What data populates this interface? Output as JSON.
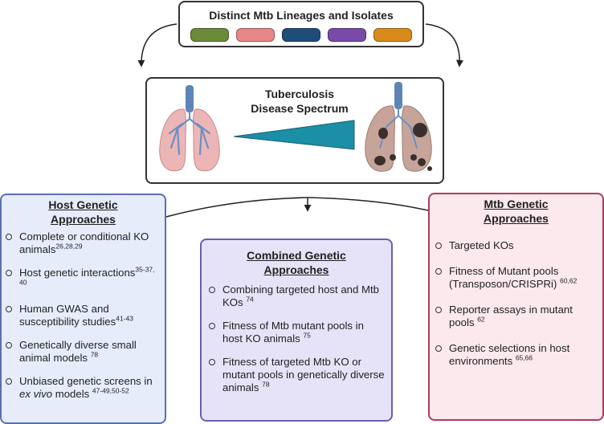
{
  "top": {
    "title": "Distinct Mtb Lineages and Isolates",
    "lineage_colors": [
      "#6b8a3a",
      "#e88787",
      "#1e4d7a",
      "#7a4aa8",
      "#d98a1a"
    ]
  },
  "middle": {
    "title_line1": "Tuberculosis",
    "title_line2": "Disease Spectrum"
  },
  "host": {
    "title_line1": "Host Genetic",
    "title_line2": "Approaches",
    "items": [
      {
        "text": "Complete or conditional KO animals",
        "ref": "26,28,29"
      },
      {
        "text": "Host genetic interactions",
        "ref": "35-37, 40"
      },
      {
        "text": "Human GWAS and susceptibility studies",
        "ref": "41-43"
      },
      {
        "text": "Genetically diverse small animal models ",
        "ref": "78"
      },
      {
        "pre": "Unbiased genetic screens in ",
        "italic": "ex vivo",
        "post": " models ",
        "ref": "47-49,50-52"
      }
    ]
  },
  "combined": {
    "title_line1": "Combined Genetic",
    "title_line2": "Approaches",
    "items": [
      {
        "text": "Combining targeted host and Mtb KOs ",
        "ref": "74"
      },
      {
        "text": "Fitness of Mtb mutant pools in host KO animals ",
        "ref": "75"
      },
      {
        "text": "Fitness of targeted Mtb KO or mutant pools in genetically diverse animals ",
        "ref": "78"
      }
    ]
  },
  "mtb": {
    "title_line1": "Mtb Genetic",
    "title_line2": "Approaches",
    "items": [
      {
        "text": "Targeted KOs",
        "ref": ""
      },
      {
        "text": "Fitness of Mutant pools (Transposon/CRISPRi) ",
        "ref": "60,62"
      },
      {
        "text": "Reporter assays in mutant pools ",
        "ref": "62"
      },
      {
        "text": "Genetic selections in host environments ",
        "ref": "65,66"
      }
    ]
  }
}
